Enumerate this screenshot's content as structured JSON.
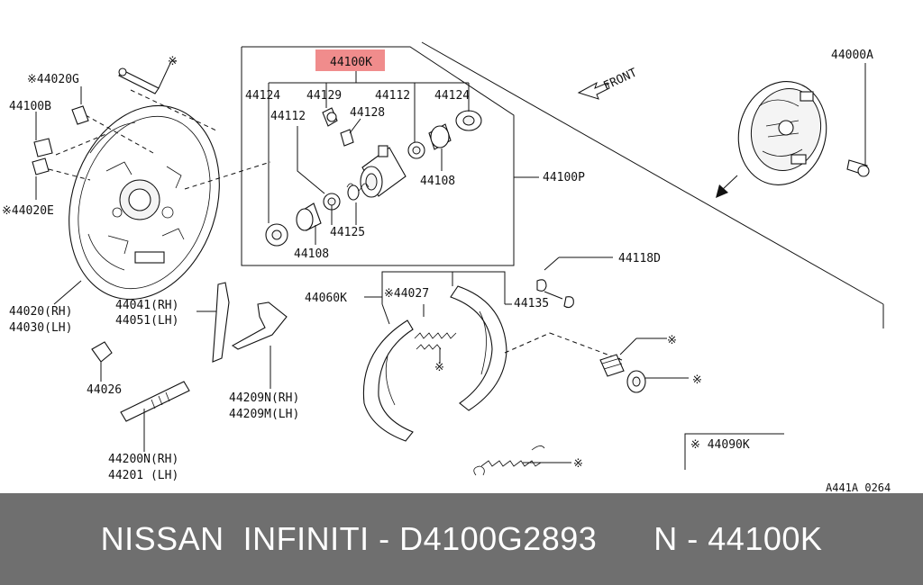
{
  "diagram": {
    "labels": {
      "p44020G": "※44020G",
      "p44100B": "44100B",
      "p44020E": "※44020E",
      "p44020": "44020(RH)",
      "p44030": "44030(LH)",
      "p44041": "44041(RH)",
      "p44051": "44051(LH)",
      "p44026": "44026",
      "p44200N": "44200N(RH)",
      "p44201": "44201  (LH)",
      "p44209N": "44209N(RH)",
      "p44209M": "44209M(LH)",
      "p44100K": "44100K",
      "p44124a": "44124",
      "p44129": "44129",
      "p44112a": "44112",
      "p44124b": "44124",
      "p44112b": "44112",
      "p44128": "44128",
      "p44108a": "44108",
      "p44100P": "44100P",
      "p44125": "44125",
      "p44108b": "44108",
      "p44000A": "44000A",
      "front": "FRONT",
      "p44060K": "44060K",
      "p44027": "※44027",
      "p44135": "44135",
      "p44118D": "44118D",
      "p44090K": "※ 44090K",
      "asterisk": "※",
      "code": "A441A 0264"
    },
    "highlight_color": "#f08c8c"
  },
  "footer": {
    "text": "NISSAN  INFINITI - D4100G2893      N - 44100K",
    "bg_color": "#6f6f6f"
  }
}
